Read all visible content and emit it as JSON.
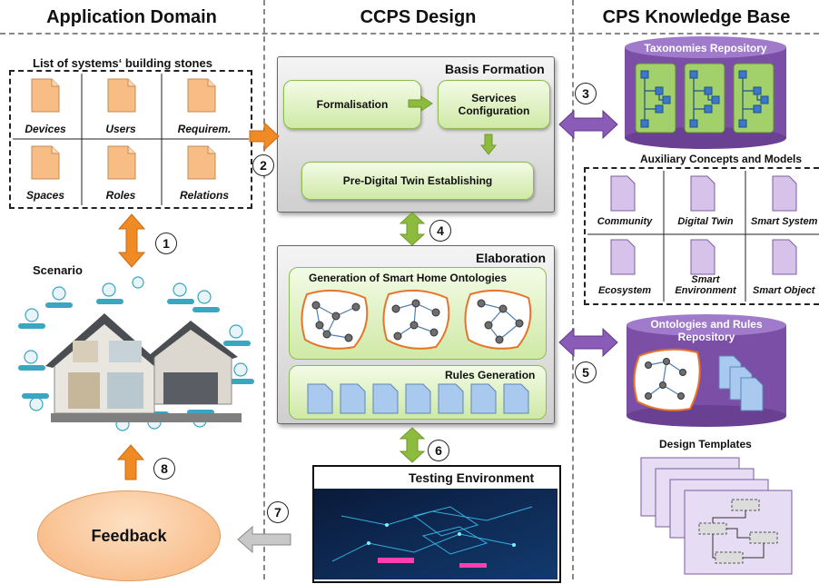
{
  "columns": {
    "left": "Application Domain",
    "center": "CCPS Design",
    "right": "CPS Knowledge Base"
  },
  "left": {
    "list_title": "List of systems‘ building stones",
    "items": [
      "Devices",
      "Users",
      "Requirem.",
      "Spaces",
      "Roles",
      "Relations"
    ],
    "scenario_label": "Scenario",
    "feedback_label": "Feedback"
  },
  "center": {
    "basis": {
      "title": "Basis Formation",
      "formalisation": "Formalisation",
      "services": "Services Configuration",
      "predigital": "Pre-Digital Twin Establishing"
    },
    "elaboration": {
      "title": "Elaboration",
      "ontologies": "Generation of Smart Home Ontologies",
      "rules": "Rules Generation"
    },
    "testing": {
      "title": "Testing Environment"
    }
  },
  "right": {
    "taxonomies": "Taxonomies Repository",
    "auxiliary_title": "Auxiliary Concepts and Models",
    "auxiliary_items": [
      "Community",
      "Digital Twin",
      "Smart System",
      "Ecosystem",
      "Smart Environment",
      "Smart Object"
    ],
    "ontologies_repo": "Ontologies and Rules Repository",
    "design_templates": "Design Templates"
  },
  "steps": [
    "1",
    "2",
    "3",
    "4",
    "5",
    "6",
    "7",
    "8"
  ],
  "colors": {
    "orange_arrow": "#f08a24",
    "green_arrow": "#8dbb3e",
    "purple_arrow": "#8a5cb8",
    "gray_arrow": "#c8c8c8",
    "cylinder": "#7b4fa6",
    "green_box": "#d6edb2",
    "ontology_border": "#e8742a",
    "rule_doc": "#a9c9ee",
    "aux_doc": "#d7c3ea",
    "list_doc": "#f7bd84"
  }
}
